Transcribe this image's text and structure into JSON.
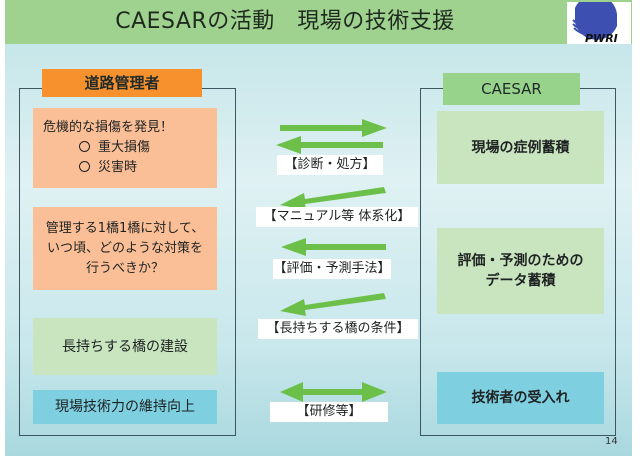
{
  "slide": {
    "title": "CAESARの活動　現場の技術支援",
    "logo_text": "PWRI",
    "page_number": "14"
  },
  "left_group": {
    "header": "道路管理者",
    "boxes": [
      {
        "lines": [
          "危機的な損傷を発見！"
        ],
        "bullets": [
          "重大損傷",
          "災害時"
        ]
      },
      {
        "lines": [
          "管理する1橋1橋に対して、",
          "いつ頃、どのような対策を",
          "行うべきか？"
        ]
      },
      {
        "lines": [
          "長持ちする橋の建設"
        ]
      },
      {
        "lines": [
          "現場技術力の維持向上"
        ]
      }
    ]
  },
  "right_group": {
    "header": "CAESAR",
    "boxes": [
      {
        "lines": [
          "現場の症例蓄積"
        ]
      },
      {
        "lines": [
          "評価・予測のための",
          "データ蓄積"
        ]
      },
      {
        "lines": [
          "技術者の受入れ"
        ]
      }
    ]
  },
  "connectors": [
    {
      "label": "【診断・処方】",
      "direction": "both (two arrows)"
    },
    {
      "label": "【マニュアル等 体系化】",
      "direction": "to-left"
    },
    {
      "label": "【評価・予測手法】",
      "direction": "to-left"
    },
    {
      "label": "【長持ちする橋の条件】",
      "direction": "to-left"
    },
    {
      "label": "【研修等】",
      "direction": "bidirectional"
    }
  ],
  "colors": {
    "title_bar": "#9fd18f",
    "orange_header": "#f7912e",
    "peach_box": "#fbbf97",
    "light_green_box": "#c9e5bf",
    "cyan_box": "#7ecfe0",
    "arrow_green": "#6cc04a"
  }
}
